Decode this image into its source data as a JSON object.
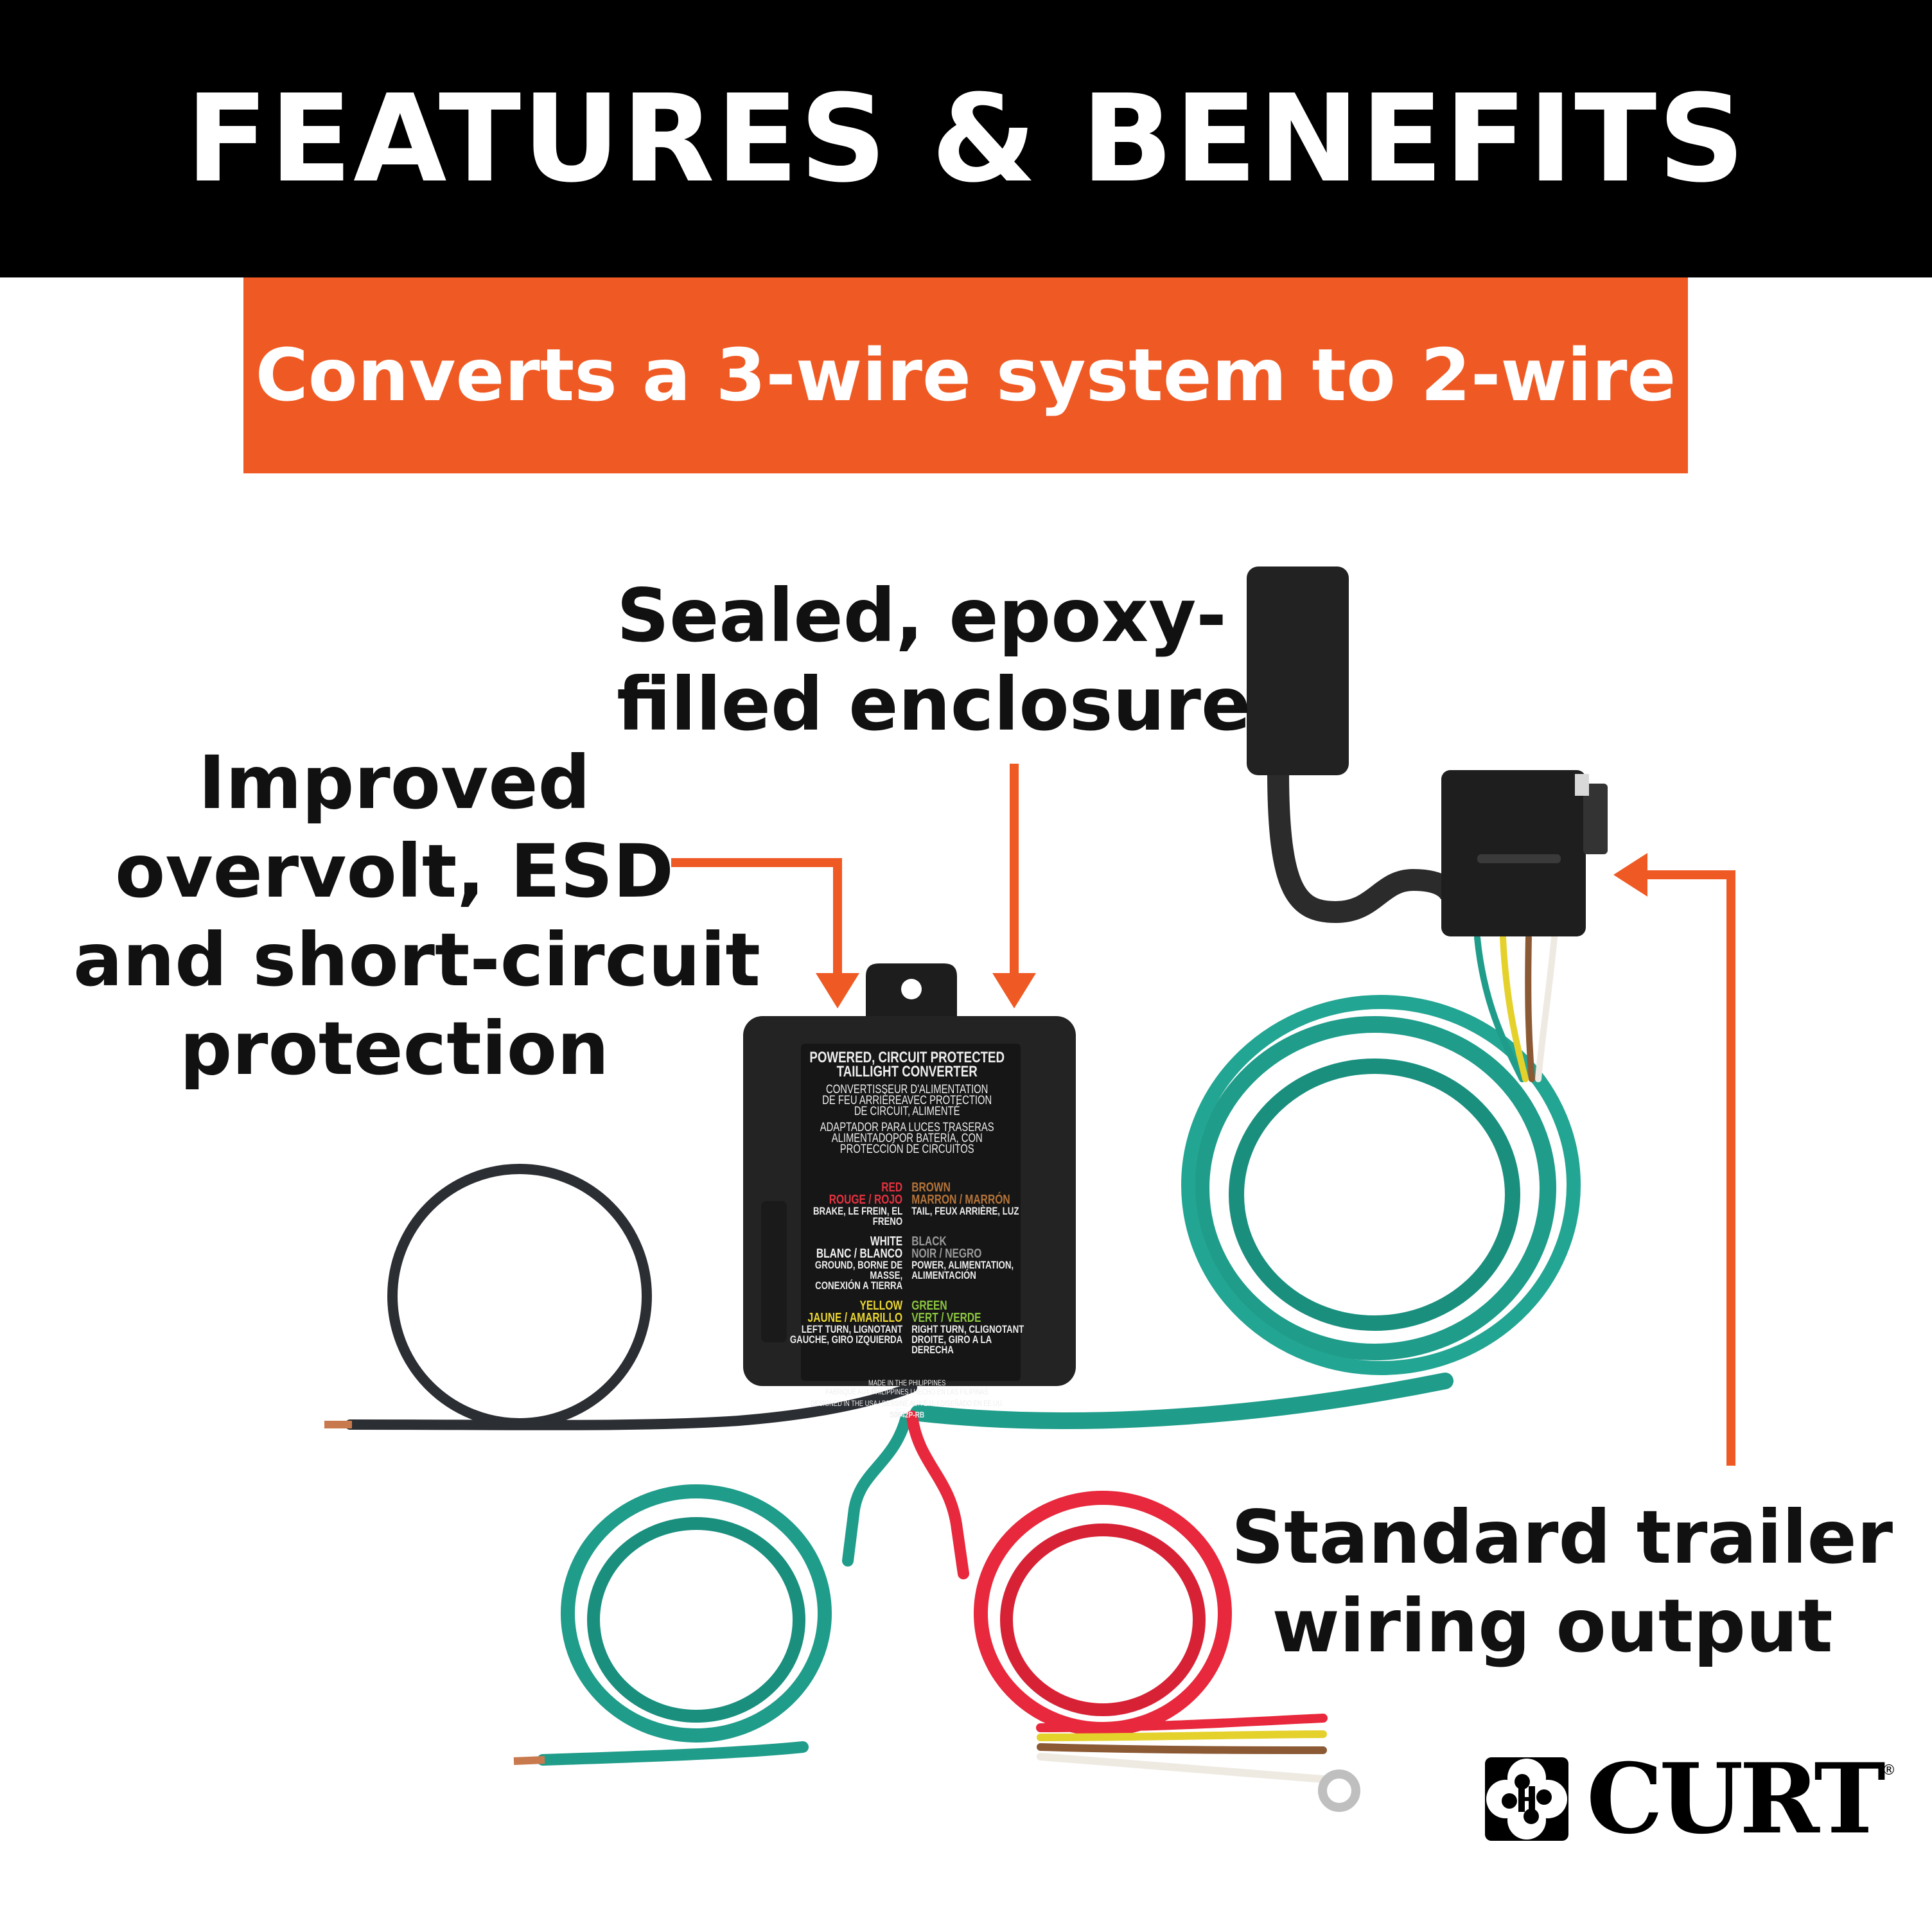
{
  "header": {
    "title": "FEATURES & BENEFITS"
  },
  "banner": {
    "text": "Converts a 3-wire system to 2-wire"
  },
  "callouts": {
    "enclosure": [
      "Sealed, epoxy-",
      "filled enclosure"
    ],
    "protection": [
      "Improved",
      "overvolt, ESD",
      "and short-circuit",
      "protection"
    ],
    "output": [
      "Standard trailer",
      "wiring output"
    ]
  },
  "colors": {
    "accent": "#ef5a24",
    "header_bg": "#000000",
    "wire_green": "#1f9c8a",
    "wire_red": "#e8283c",
    "wire_black": "#2b2e33"
  },
  "product_label": {
    "title": [
      "POWERED, CIRCUIT PROTECTED",
      "TAILLIGHT CONVERTER"
    ],
    "french": [
      "CONVERTISSEUR D'ALIMENTATION",
      "DE FEU ARRIÈREAVEC PROTECTION",
      "DE CIRCUIT, ALIMENTÉ"
    ],
    "spanish": [
      "ADAPTADOR PARA LUCES TRASERAS",
      "ALIMENTADOPOR BATERÍA, CON",
      "PROTECCIÓN DE CIRCUITOS"
    ],
    "wires": [
      {
        "color": "RED",
        "names": "ROUGE / ROJO",
        "desc": [
          "BRAKE, LE FREIN, EL FRENO"
        ],
        "hex": "#e4323f"
      },
      {
        "color": "BROWN",
        "names": "MARRON / MARRÓN",
        "desc": [
          "TAIL, FEUX ARRIÈRE, LUZ"
        ],
        "hex": "#b5743a"
      },
      {
        "color": "WHITE",
        "names": "BLANC / BLANCO",
        "desc": [
          "GROUND, BORNE DE MASSE,",
          "CONEXIÓN A TIERRA"
        ],
        "hex": "#f2f2f2"
      },
      {
        "color": "BLACK",
        "names": "NOIR / NEGRO",
        "desc": [
          "POWER, ALIMENTATION,",
          "ALIMENTACIÓN"
        ],
        "hex": "#9a9a9a"
      },
      {
        "color": "YELLOW",
        "names": "JAUNE / AMARILLO",
        "desc": [
          "LEFT TURN, LIGNOTANT",
          "GAUCHE, GIRO IZQUIERDA"
        ],
        "hex": "#e9d531"
      },
      {
        "color": "GREEN",
        "names": "VERT / VERDE",
        "desc": [
          "RIGHT TURN, CLIGNOTANT",
          "DROITE, GIRO A LA DERECHA"
        ],
        "hex": "#8cc63f"
      }
    ],
    "footer": [
      "MADE IN THE PHILIPPINES",
      "FABRIQUÉ AUX PHILIPPINES  I  HECHO EN LAS FILIPINAS",
      "DESIGNED IN THE USA  I  DESSINÉ AUX É.U.  I  DISEÑADO EN EE.UU."
    ],
    "part_number": "S0642P-RB"
  },
  "logo": {
    "text": "CURT",
    "mark": "®"
  }
}
